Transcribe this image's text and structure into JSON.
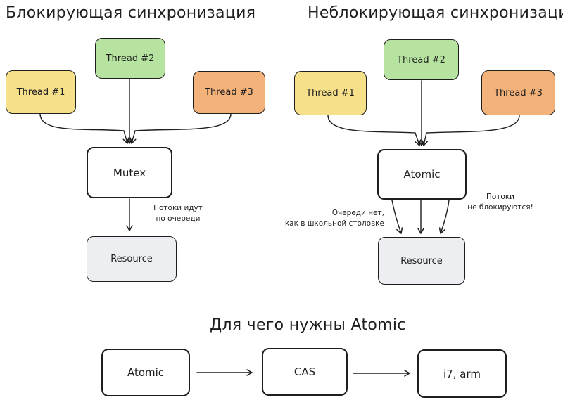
{
  "titles": {
    "blocking": "Блокирующая синхронизация",
    "nonblocking": "Неблокирующая синхронизация",
    "atomic_purpose": "Для чего нужны Atomic"
  },
  "blocking": {
    "thread1": "Thread #1",
    "thread2": "Thread #2",
    "thread3": "Thread #3",
    "mutex": "Mutex",
    "resource": "Resource",
    "note_line1": "Потоки идут",
    "note_line2": "по очереди"
  },
  "nonblocking": {
    "thread1": "Thread #1",
    "thread2": "Thread #2",
    "thread3": "Thread #3",
    "atomic": "Atomic",
    "resource": "Resource",
    "note_left_line1": "Очереди нет,",
    "note_left_line2": "как в школьной столовке",
    "note_right_line1": "Потоки",
    "note_right_line2": "не блокируются!"
  },
  "flow": {
    "atomic": "Atomic",
    "cas": "CAS",
    "hardware": "i7, arm"
  },
  "colors": {
    "thread_yellow": "#f6e08a",
    "thread_green": "#b7e3a0",
    "thread_orange": "#f3b27a",
    "resource_gray": "#eceef1",
    "stroke": "#1e1e1e"
  }
}
